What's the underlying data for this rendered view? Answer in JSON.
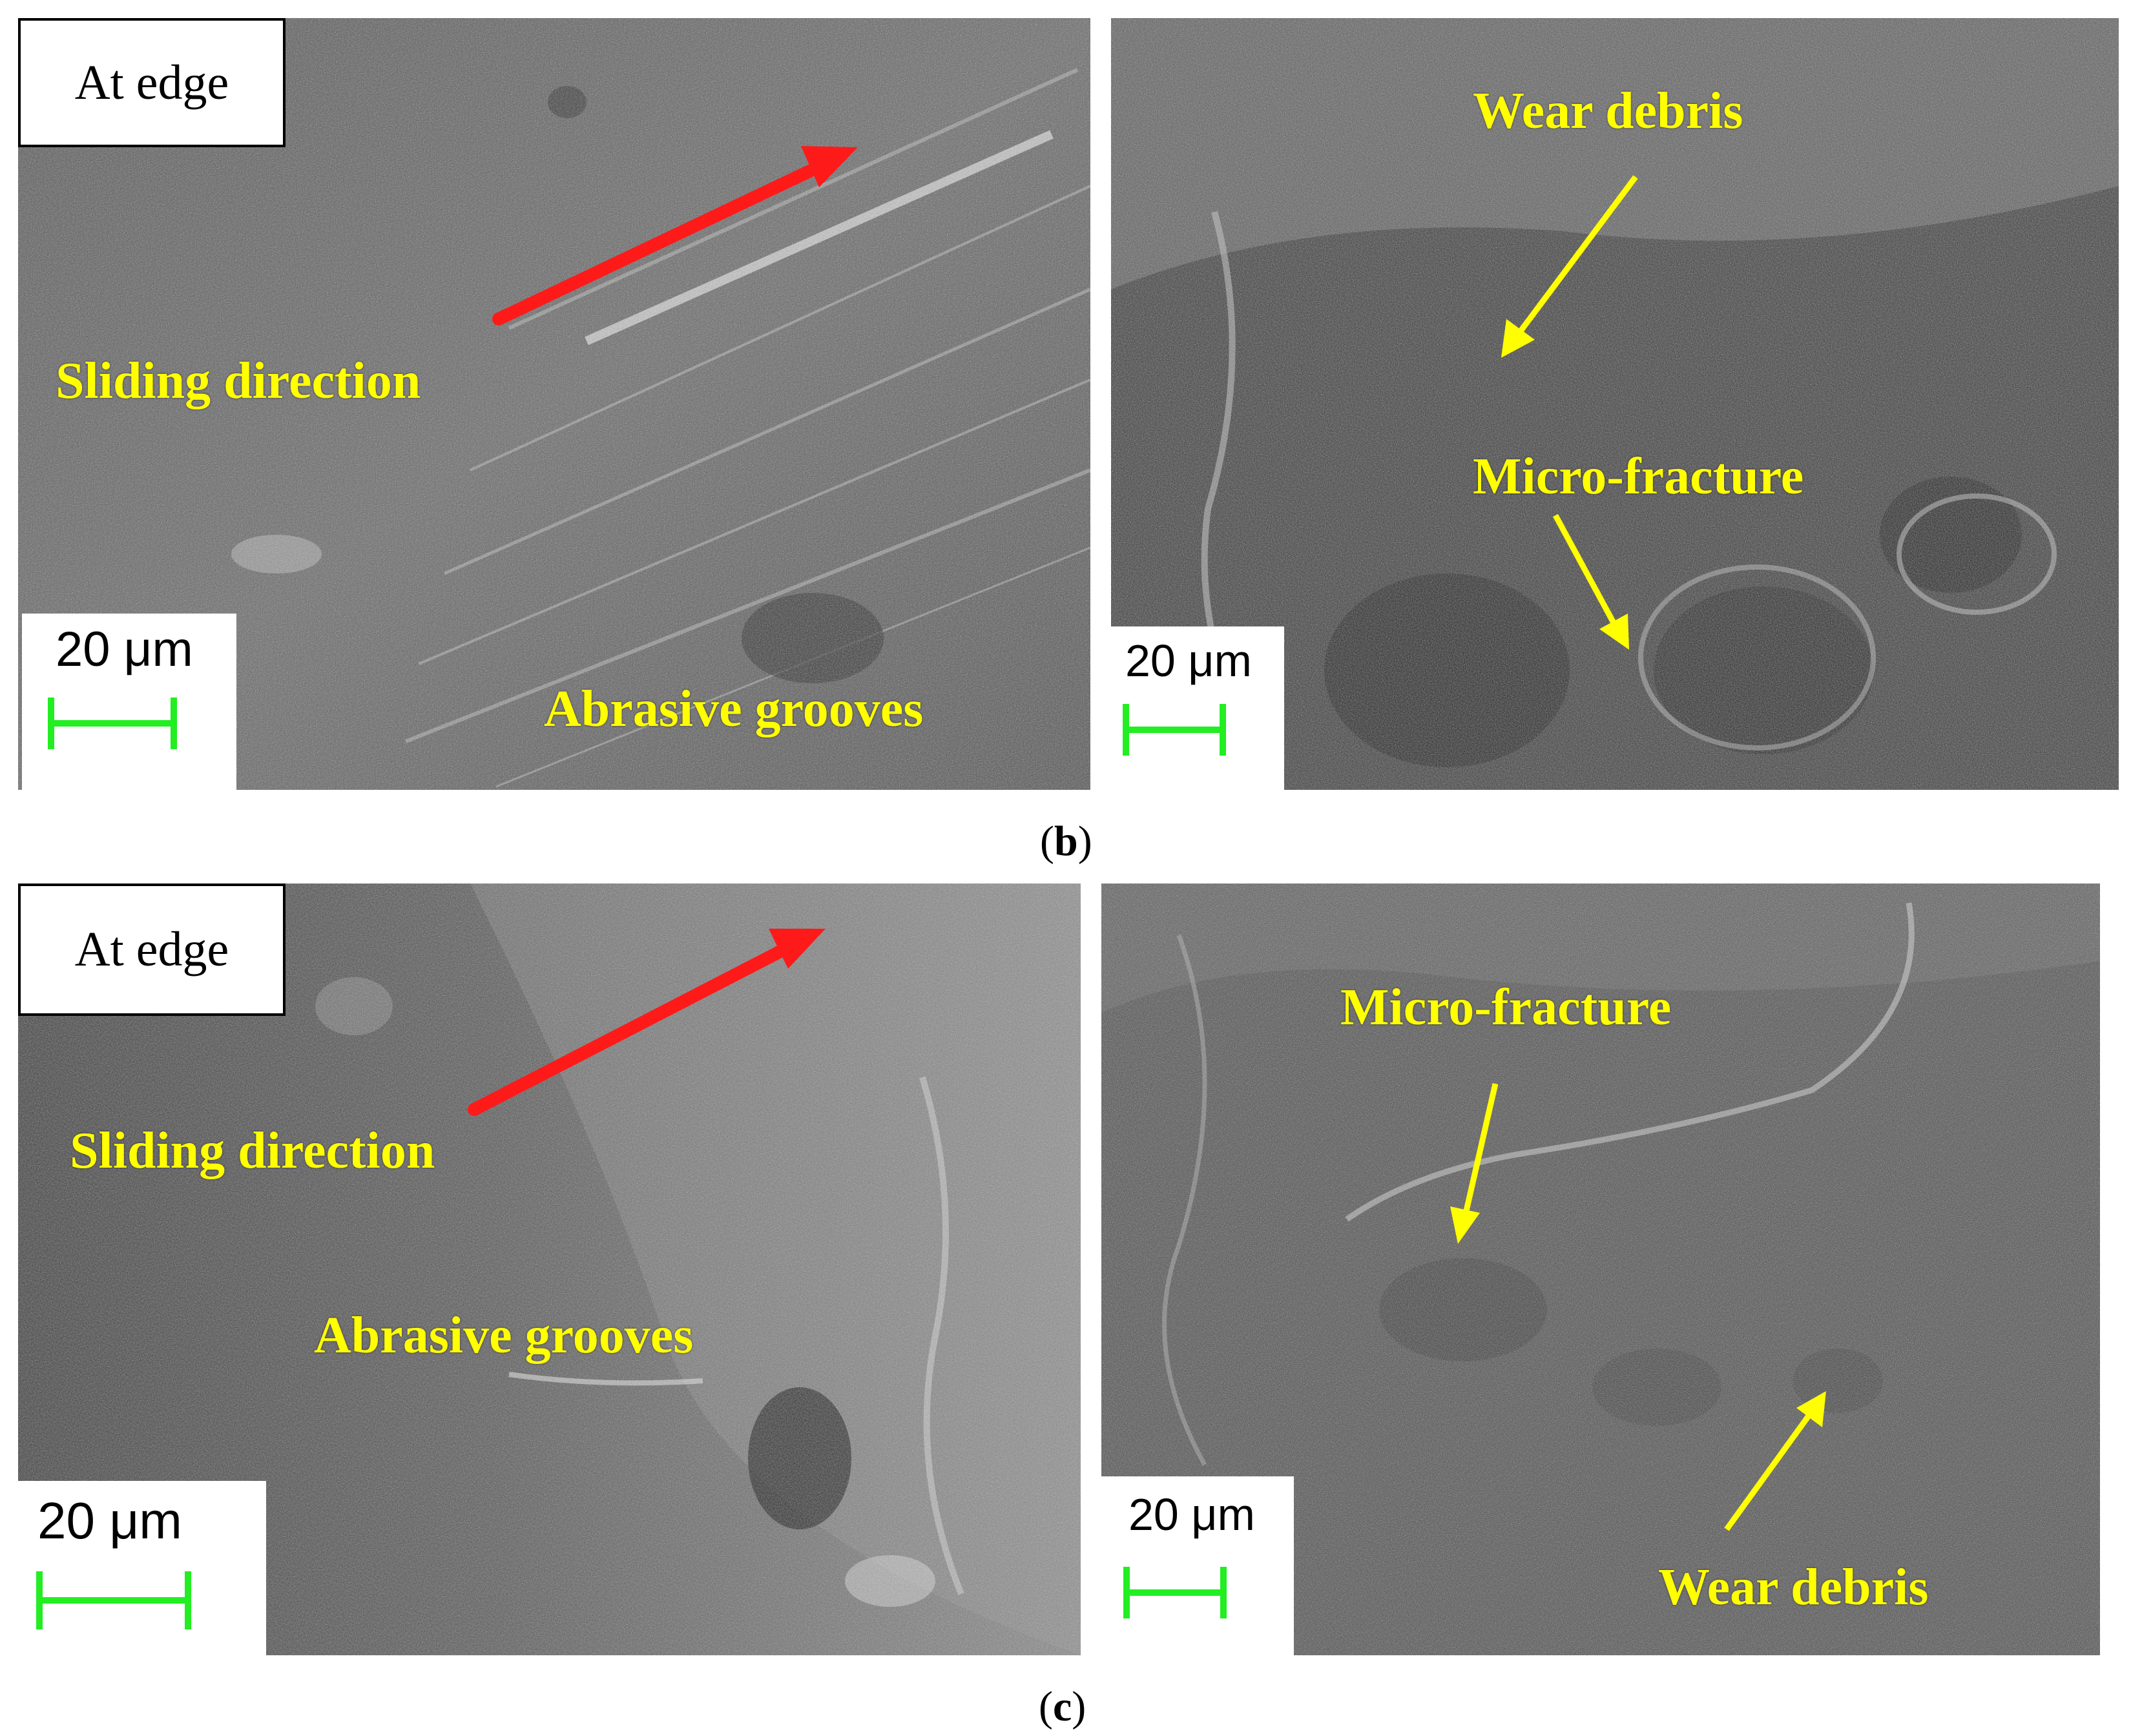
{
  "figure": {
    "panels": [
      {
        "id": "b-left",
        "edge_label": "At edge",
        "labels": [
          "Sliding direction",
          "Abrasive grooves"
        ],
        "scale_bar": "20 μm"
      },
      {
        "id": "b-right",
        "labels": [
          "Wear debris",
          "Micro-fracture"
        ],
        "scale_bar": "20 μm"
      },
      {
        "id": "c-left",
        "edge_label": "At edge",
        "labels": [
          "Sliding direction",
          "Abrasive grooves"
        ],
        "scale_bar": "20 μm"
      },
      {
        "id": "c-right",
        "labels": [
          "Micro-fracture",
          "Wear debris"
        ],
        "scale_bar": "20 μm"
      }
    ],
    "captions": {
      "b": {
        "open": "(",
        "letter": "b",
        "close": ")"
      },
      "c": {
        "open": "(",
        "letter": "c",
        "close": ")"
      }
    }
  },
  "colors": {
    "label_text": "#ffff00",
    "sliding_arrow": "#ff1a1a",
    "pointer_arrow": "#ffff00",
    "scale_bar_line": "#22ee22"
  }
}
